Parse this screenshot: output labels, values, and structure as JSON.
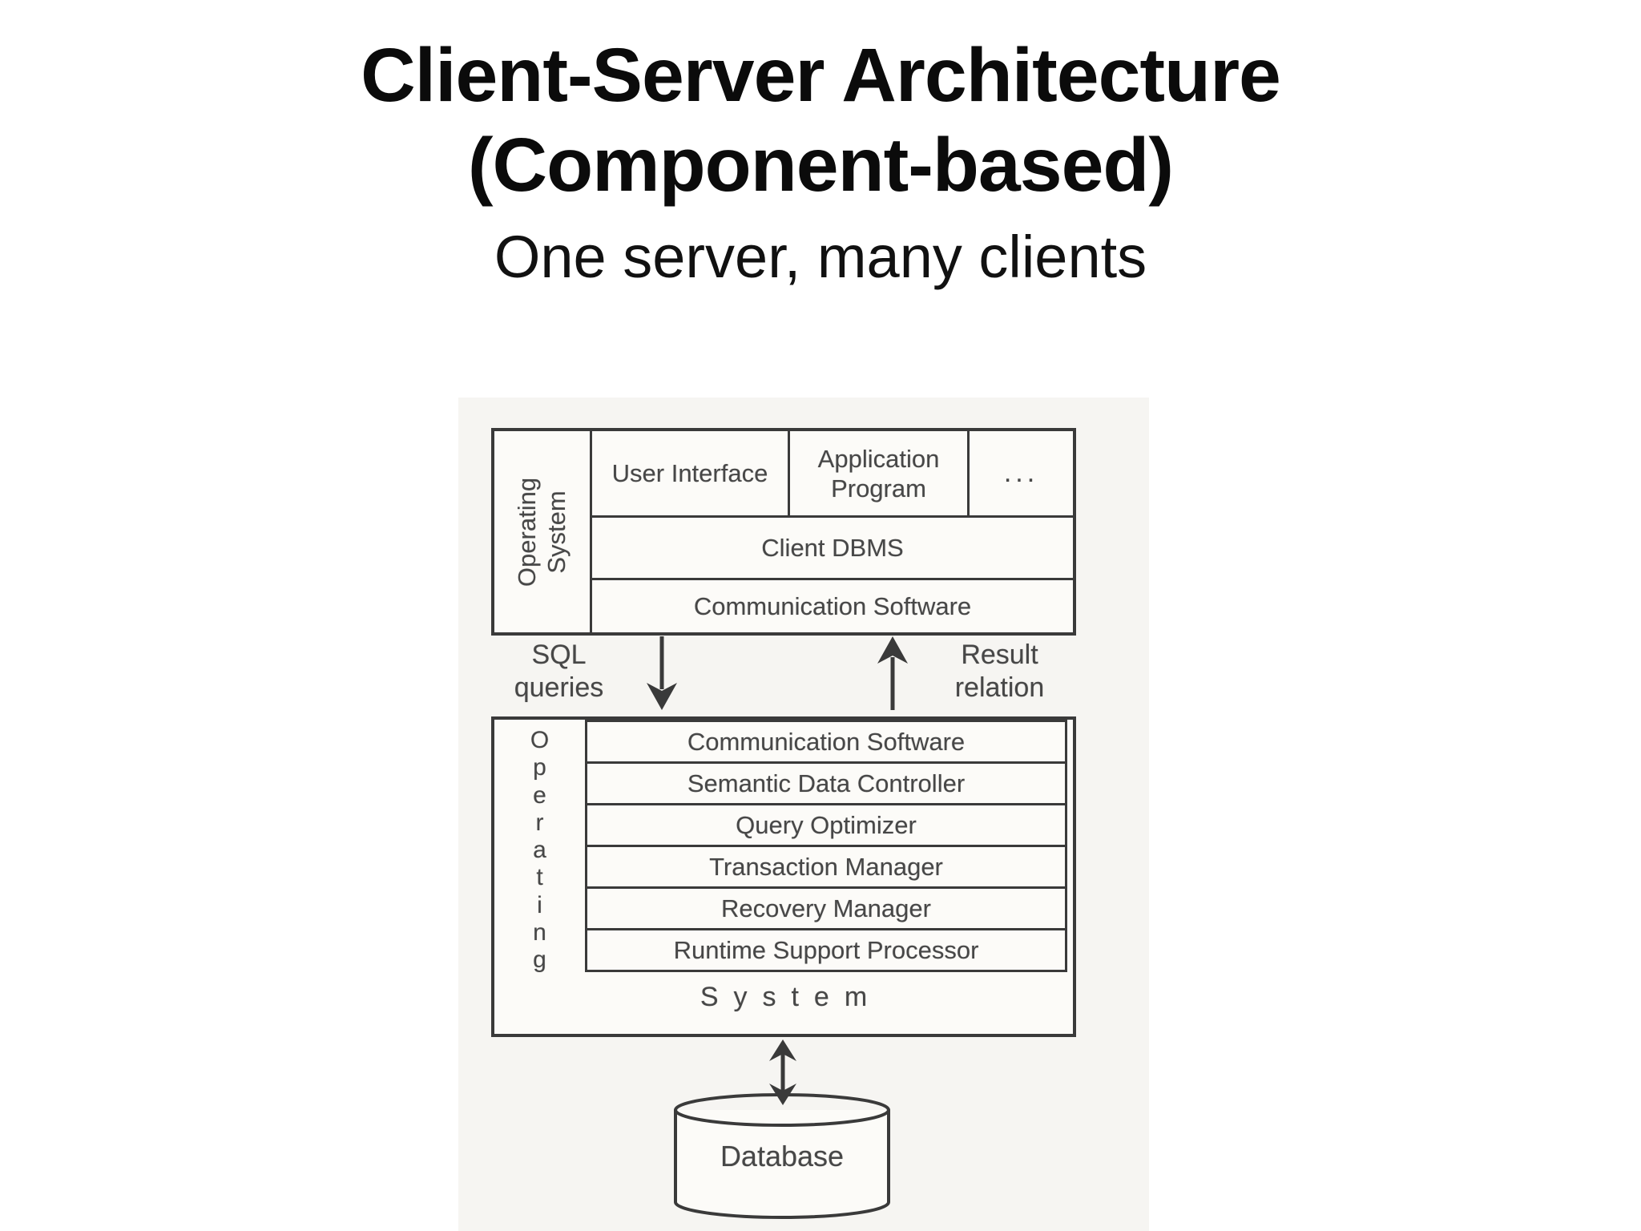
{
  "slide": {
    "title_line1": "Client-Server Architecture",
    "title_line2": "(Component-based)",
    "subtitle": "One server, many clients"
  },
  "client_box": {
    "os_label_line1": "Operating",
    "os_label_line2": "System",
    "row1_cells": [
      "User Interface",
      "Application Program",
      "..."
    ],
    "row2_label": "Client DBMS",
    "row3_label": "Communication Software"
  },
  "flows": {
    "down_label_line1": "SQL",
    "down_label_line2": "queries",
    "up_label_line1": "Result",
    "up_label_line2": "relation"
  },
  "server_box": {
    "os_vertical_letters": [
      "O",
      "p",
      "e",
      "r",
      "a",
      "t",
      "i",
      "n",
      "g"
    ],
    "rows": [
      "Communication Software",
      "Semantic Data Controller",
      "Query Optimizer",
      "Transaction Manager",
      "Recovery Manager",
      "Runtime Support Processor"
    ],
    "bottom_label": "System"
  },
  "database": {
    "label": "Database"
  },
  "colors": {
    "line": "#3a3a3a",
    "diagram_text": "#474747",
    "title_text": "#0b0b0b",
    "scan_background": "#f6f5f2"
  }
}
